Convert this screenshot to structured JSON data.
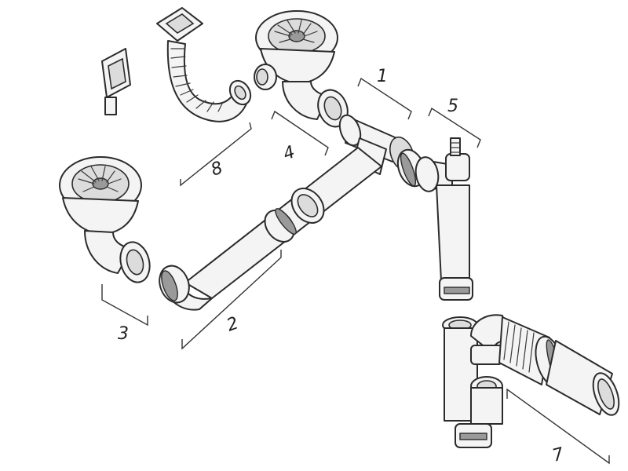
{
  "diagram": {
    "callouts": [
      {
        "id": "part-1",
        "label": "1"
      },
      {
        "id": "part-2",
        "label": "2"
      },
      {
        "id": "part-3",
        "label": "3"
      },
      {
        "id": "part-4",
        "label": "4"
      },
      {
        "id": "part-5",
        "label": "5"
      },
      {
        "id": "part-7",
        "label": "7"
      },
      {
        "id": "part-8",
        "label": "8"
      }
    ],
    "colors": {
      "ink": "#2b2b2b",
      "paper": "#ffffff",
      "shade": "#dcdcdc"
    }
  }
}
